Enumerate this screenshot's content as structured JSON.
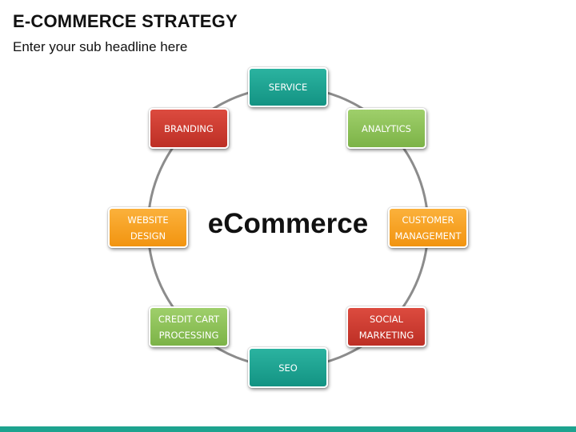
{
  "header": {
    "title": "E-COMMERCE STRATEGY",
    "subtitle": "Enter your sub headline here"
  },
  "diagram": {
    "center": "eCommerce",
    "nodes": [
      {
        "id": "service",
        "label": "SERVICE",
        "color": "#1fa38f"
      },
      {
        "id": "analytics",
        "label": "ANALYTICS",
        "color": "#8cc255"
      },
      {
        "id": "customer-management",
        "label": "CUSTOMER\nMANAGEMENT",
        "color": "#f5a11f"
      },
      {
        "id": "social-marketing",
        "label": "SOCIAL\nMARKETING",
        "color": "#cc3b2f"
      },
      {
        "id": "seo",
        "label": "SEO",
        "color": "#1fa38f"
      },
      {
        "id": "credit-cart-processing",
        "label": "CREDIT CART\nPROCESSING",
        "color": "#8cc255"
      },
      {
        "id": "website-design",
        "label": "WEBSITE\nDESIGN",
        "color": "#f5a11f"
      },
      {
        "id": "branding",
        "label": "BRANDING",
        "color": "#cc3b2f"
      }
    ],
    "ring_color": "#8c8c8c"
  },
  "footer": {
    "bar_color": "#1da38f"
  }
}
